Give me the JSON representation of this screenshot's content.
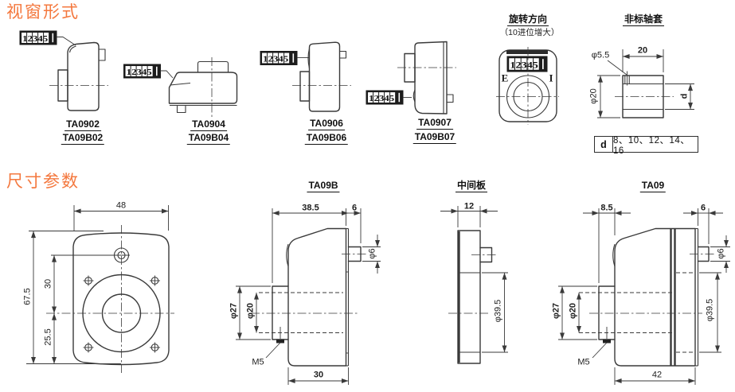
{
  "palette": {
    "accent": "#f4783e",
    "ink": "#3a3a3a",
    "text": "#1e1e1e"
  },
  "window_section": {
    "title": "视窗形式",
    "counter_digits": "12345",
    "variants": [
      {
        "top": "TA0902",
        "bottom": "TA09B02"
      },
      {
        "top": "TA0904",
        "bottom": "TA09B04"
      },
      {
        "top": "TA0906",
        "bottom": "TA09B06"
      },
      {
        "top": "TA0907",
        "bottom": "TA09B07"
      }
    ],
    "rotation": {
      "title": "旋转方向",
      "note": "（10进位增大）",
      "left_mark": "E",
      "right_mark": "I"
    },
    "sleeve": {
      "title": "非标轴套",
      "dim_hole": "φ5.5",
      "dim_length": "20",
      "dim_outer": "φ20",
      "dim_bore": "d",
      "table_key": "d",
      "table_values": "8、10、12、14、16"
    }
  },
  "dim_section": {
    "title": "尺寸参数",
    "front": {
      "width": "48",
      "height": "67.5",
      "upper": "30",
      "lower": "25.5"
    },
    "ta09b": {
      "title": "TA09B",
      "depth": "38.5",
      "shaft_len": "6",
      "shaft_dia": "φ6",
      "boss": "φ27",
      "bore": "φ20",
      "screw": "M5",
      "body": "30"
    },
    "plate": {
      "title": "中间板",
      "thickness": "12",
      "dia": "φ39.5"
    },
    "ta09": {
      "title": "TA09",
      "sleeve_len": "8.5",
      "shaft_len": "6",
      "shaft_dia": "φ6",
      "boss": "φ27",
      "bore": "φ20",
      "back_dia": "φ39.5",
      "screw": "M5",
      "body": "42"
    }
  }
}
